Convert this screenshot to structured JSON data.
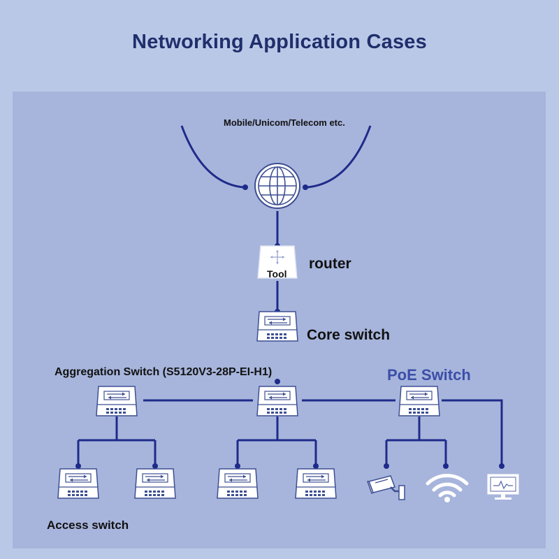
{
  "title": "Networking Application Cases",
  "labels": {
    "carrier": "Mobile/Unicom/Telecom etc.",
    "router": "router",
    "router_sub": "Tool",
    "core_switch": "Core switch",
    "aggregation_switch": "Aggregation Switch (S5120V3-28P-EI-H1)",
    "poe_switch": "PoE Switch",
    "access_switch": "Access switch"
  },
  "colors": {
    "background": "#bac8e8",
    "panel": "#a7b5dc",
    "line": "#1f2b8a",
    "device_fill": "#ffffff",
    "device_stroke": "#3d4f92",
    "title": "#1f2f6b",
    "poe_label": "#3c4ea8"
  },
  "icons": [
    "globe-icon",
    "router-icon",
    "switch-icon",
    "camera-icon",
    "wifi-icon",
    "monitor-icon"
  ]
}
